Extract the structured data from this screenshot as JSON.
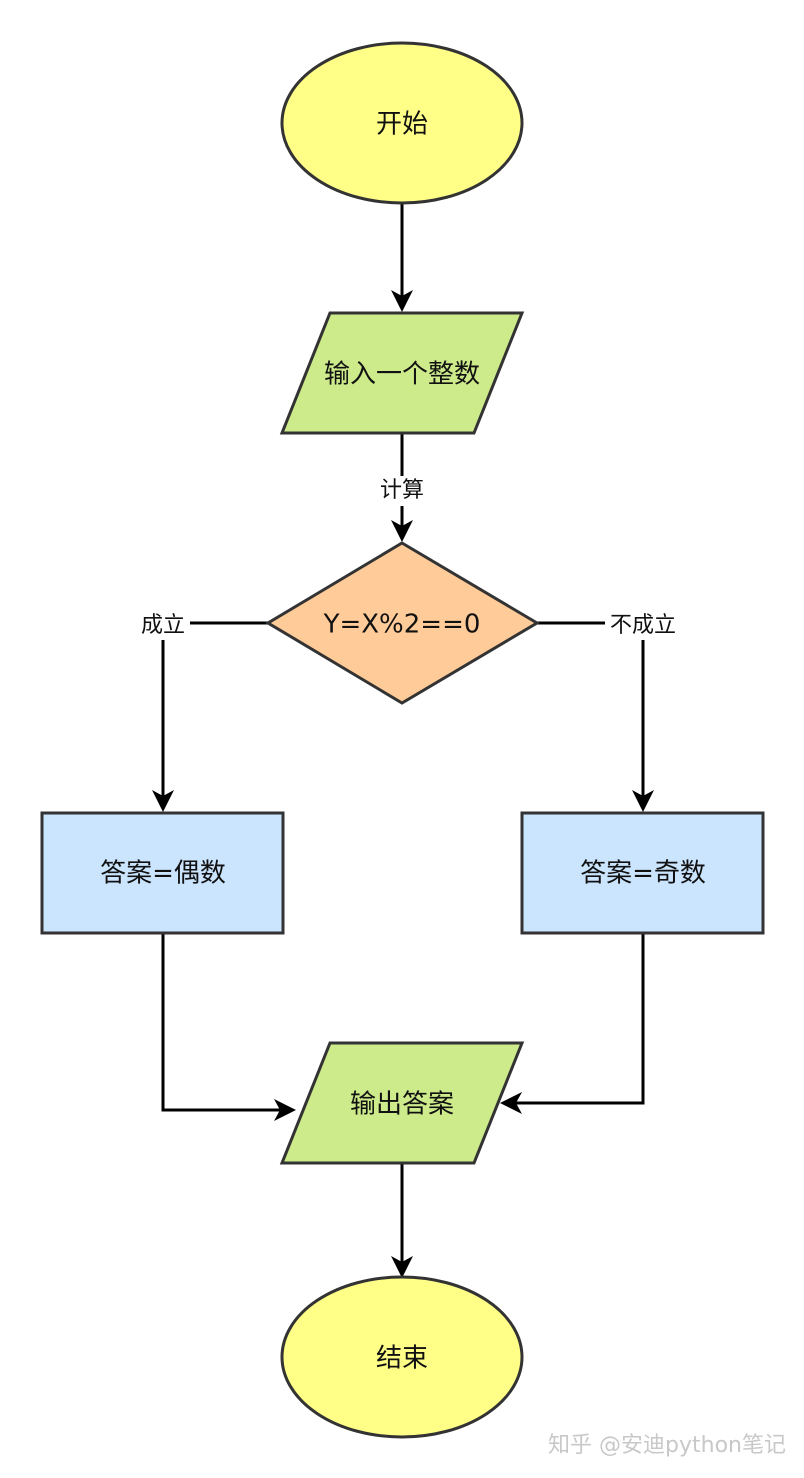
{
  "nodes": {
    "start": {
      "label": "开始",
      "fill": "#ffff88",
      "stroke": "#333333"
    },
    "input": {
      "label": "输入一个整数",
      "fill": "#cdeb8b",
      "stroke": "#333333"
    },
    "decision": {
      "label": "Y=X%2==0",
      "fill": "#ffcc99",
      "stroke": "#333333"
    },
    "even": {
      "label": "答案=偶数",
      "fill": "#cce5ff",
      "stroke": "#333333"
    },
    "odd": {
      "label": "答案=奇数",
      "fill": "#cce5ff",
      "stroke": "#333333"
    },
    "output": {
      "label": "输出答案",
      "fill": "#cdeb8b",
      "stroke": "#333333"
    },
    "end": {
      "label": "结束",
      "fill": "#ffff88",
      "stroke": "#333333"
    }
  },
  "edges": {
    "compute": {
      "label": "计算"
    },
    "true_branch": {
      "label": "成立"
    },
    "false_branch": {
      "label": "不成立"
    }
  },
  "watermark": {
    "text": "知乎 @安迪python笔记"
  }
}
